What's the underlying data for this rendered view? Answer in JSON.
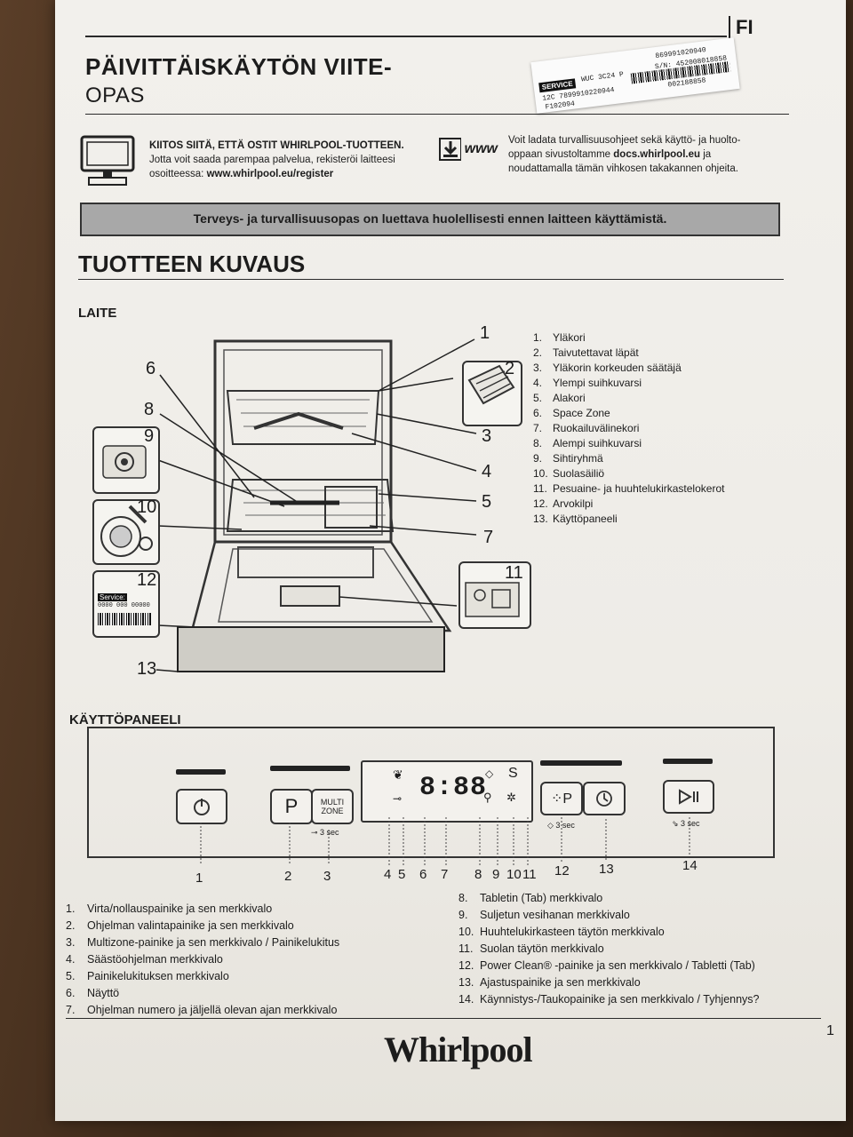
{
  "header": {
    "lang": "FI",
    "title_line1": "PÄIVITTÄISKÄYTÖN VIITE-",
    "title_line2": "OPAS"
  },
  "sticker": {
    "service": "SERVICE",
    "model": "WUC 3C24 P",
    "serial_top": "869991020940",
    "serial_sn": "S/N: 452008018858",
    "code_left": "12C 7899910220944",
    "code_right": "002188858",
    "lot": "F102094"
  },
  "intro": {
    "thanks_title": "KIITOS SIITÄ, ETTÄ OSTIT WHIRLPOOL-TUOTTEEN.",
    "thanks_line2": "Jotta voit saada parempaa palvelua, rekisteröi laitteesi",
    "thanks_line3_prefix": "osoitteessa: ",
    "thanks_url": "www.whirlpool.eu/register",
    "www_icon": "www",
    "download_line1": "Voit ladata turvallisuusohjeet sekä käyttö- ja huolto-",
    "download_line2_prefix": "oppaan sivustoltamme ",
    "download_url": "docs.whirlpool.eu",
    "download_line2_suffix": " ja",
    "download_line3": "noudattamalla tämän vihkosen takakannen ohjeita."
  },
  "warning": "Terveys- ja turvallisuusopas on luettava huolellisesti ennen laitteen käyttämistä.",
  "product_heading": "TUOTTEEN KUVAUS",
  "device": {
    "heading": "LAITE",
    "parts": [
      {
        "n": "1.",
        "label": "Yläkori"
      },
      {
        "n": "2.",
        "label": "Taivutettavat läpät"
      },
      {
        "n": "3.",
        "label": "Yläkorin korkeuden säätäjä"
      },
      {
        "n": "4.",
        "label": "Ylempi suihkuvarsi"
      },
      {
        "n": "5.",
        "label": "Alakori"
      },
      {
        "n": "6.",
        "label": "Space Zone"
      },
      {
        "n": "7.",
        "label": "Ruokailuvälinekori"
      },
      {
        "n": "8.",
        "label": "Alempi suihkuvarsi"
      },
      {
        "n": "9.",
        "label": "Sihtiryhmä"
      },
      {
        "n": "10.",
        "label": "Suolasäiliö"
      },
      {
        "n": "11.",
        "label": "Pesuaine- ja huuhtelukirkastelokerot"
      },
      {
        "n": "12.",
        "label": "Arvokilpi"
      },
      {
        "n": "13.",
        "label": "Käyttöpaneeli"
      }
    ],
    "callouts": [
      "1",
      "2",
      "3",
      "4",
      "5",
      "6",
      "7",
      "8",
      "9",
      "10",
      "11",
      "12",
      "13"
    ],
    "rating_label": "Service:",
    "rating_code": "0000 000 00000"
  },
  "panel": {
    "heading": "KÄYTTÖPANEELI",
    "p_button": "P",
    "multizone_line1": "MULTI",
    "multizone_line2": "ZONE",
    "lock_hint": "3 sec",
    "display": "8:88",
    "display_s": "S",
    "tab_hint": "3 sec",
    "drain_hint": "3 sec",
    "callouts": [
      "1",
      "2",
      "3",
      "4",
      "5",
      "6",
      "7",
      "8",
      "9",
      "10",
      "11",
      "12",
      "13",
      "14"
    ]
  },
  "panel_desc_left": [
    {
      "n": "1.",
      "label": "Virta/nollauspainike ja sen merkkivalo"
    },
    {
      "n": "2.",
      "label": "Ohjelman valintapainike ja sen merkkivalo"
    },
    {
      "n": "3.",
      "label": "Multizone-painike ja sen merkkivalo / Painikelukitus"
    },
    {
      "n": "4.",
      "label": "Säästöohjelman merkkivalo"
    },
    {
      "n": "5.",
      "label": "Painikelukituksen merkkivalo"
    },
    {
      "n": "6.",
      "label": "Näyttö"
    },
    {
      "n": "7.",
      "label": "Ohjelman numero ja jäljellä olevan ajan merkkivalo"
    }
  ],
  "panel_desc_right": [
    {
      "n": "8.",
      "label": "Tabletin (Tab) merkkivalo"
    },
    {
      "n": "9.",
      "label": "Suljetun vesihanan merkkivalo"
    },
    {
      "n": "10.",
      "label": "Huuhtelukirkasteen täytön merkkivalo"
    },
    {
      "n": "11.",
      "label": "Suolan täytön merkkivalo"
    },
    {
      "n": "12.",
      "label": "Power Clean® -painike ja sen merkkivalo / Tabletti (Tab)"
    },
    {
      "n": "13.",
      "label": "Ajastuspainike ja sen merkkivalo"
    },
    {
      "n": "14.",
      "label": "Käynnistys-/Taukopainike ja sen merkkivalo / Tyhjennys?"
    }
  ],
  "footer": {
    "brand": "Whirlpool",
    "page": "1"
  }
}
